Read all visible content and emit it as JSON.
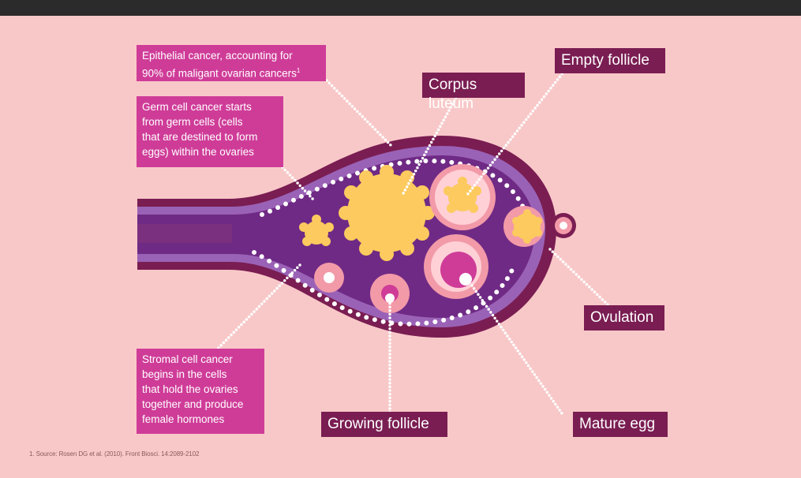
{
  "colors": {
    "background": "#f8c8c8",
    "outer_wall": "#7a1d52",
    "inner_band": "#9a62b6",
    "core": "#6f2a85",
    "yellow": "#fcca5e",
    "pink_light": "#f29aa8",
    "magenta": "#cf3c98",
    "label_pink": "#cf3c98",
    "label_dark": "#7a1d52"
  },
  "labels": {
    "epithelial": {
      "line1": "Epithelial cancer, accounting for",
      "line2": "90% of maligant ovarian cancers",
      "footnote_marker": "1"
    },
    "germ_cell": [
      "Germ cell cancer starts",
      "from germ cells (cells",
      "that are destined to form",
      "eggs) within the ovaries"
    ],
    "stromal": [
      "Stromal cell cancer",
      "begins in the cells",
      "that hold the ovaries",
      "together and produce",
      "female hormones"
    ],
    "corpus_luteum": "Corpus luteum",
    "empty_follicle": "Empty follicle",
    "ovulation": "Ovulation",
    "growing_follicle": "Growing follicle",
    "mature_egg": "Mature egg"
  },
  "footnote": "1. Source: Rosen DG et al. (2010). Front Biosci. 14:2089-2102",
  "icons": [
    "ovary-illustration",
    "follicle-icon",
    "egg-icon",
    "corpus-luteum-icon"
  ]
}
